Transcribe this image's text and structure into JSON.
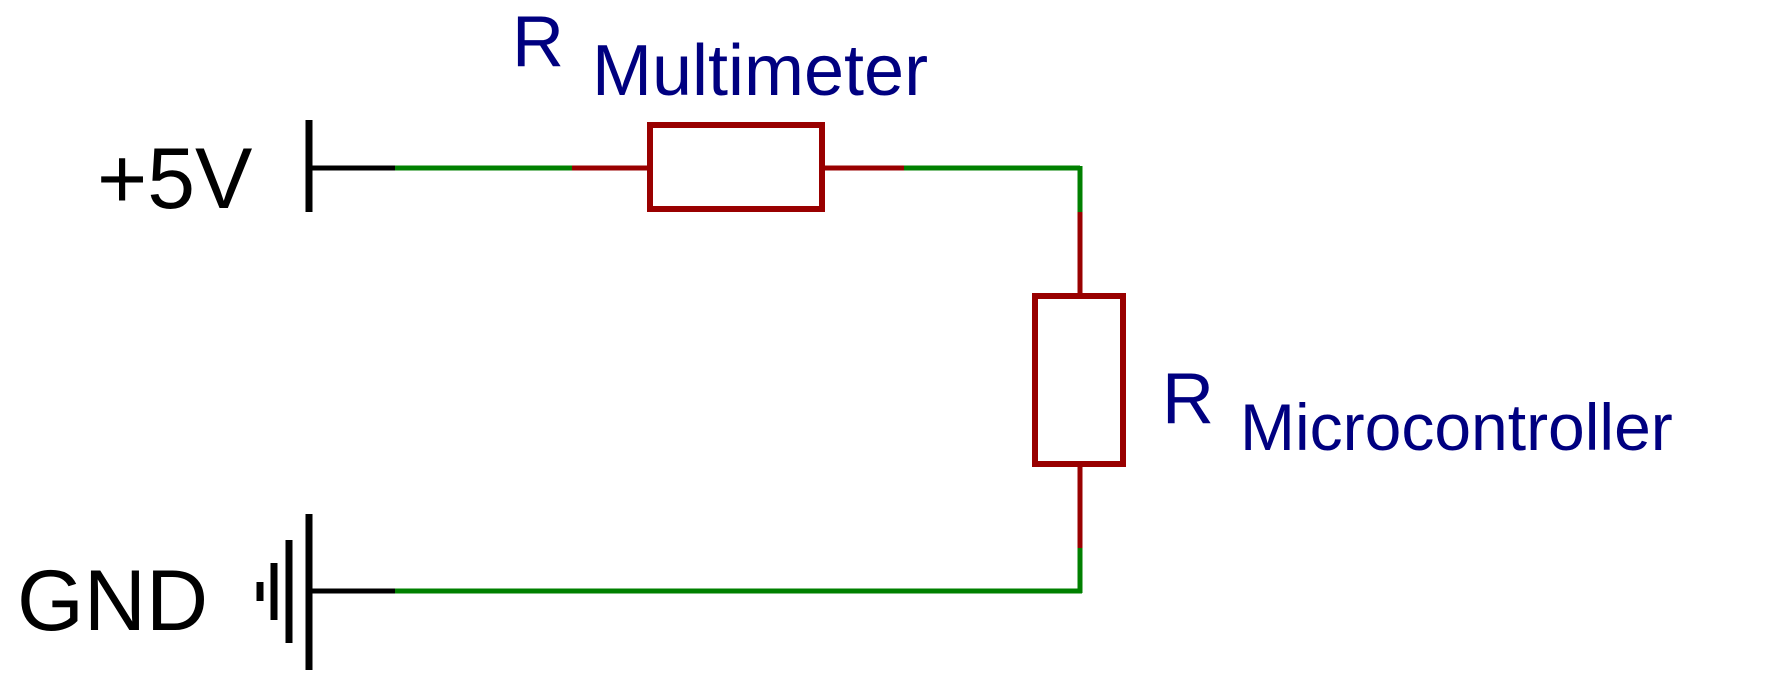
{
  "colors": {
    "background": "#ffffff",
    "wire": "#008000",
    "component": "#990000",
    "supply": "#000000",
    "label": "#000080"
  },
  "supply_label": "+5V",
  "ground_label": "GND",
  "r_multimeter": {
    "symbol": "R",
    "subscript": "Multimeter"
  },
  "r_microcontroller": {
    "symbol": "R",
    "subscript": "Microcontroller"
  }
}
